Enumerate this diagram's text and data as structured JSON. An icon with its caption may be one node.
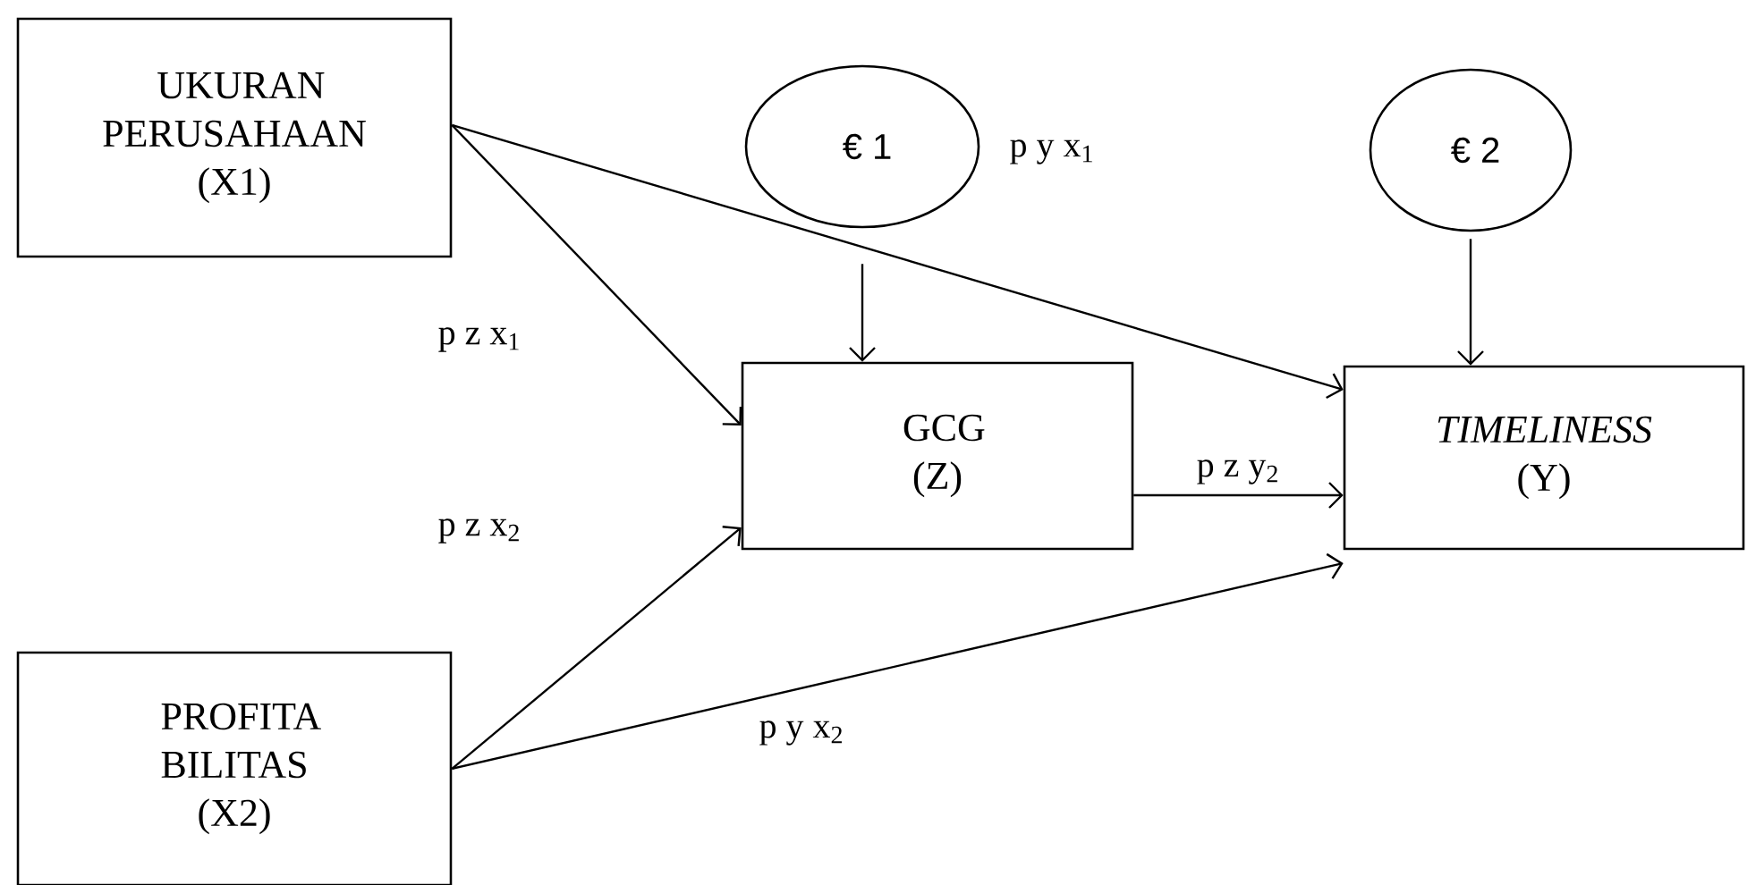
{
  "diagram": {
    "nodes": [
      {
        "text": [
          "UKURAN PERUSAHAAN",
          "(X1)"
        ]
      },
      {
        "text": [
          "€ 1"
        ]
      },
      {
        "text": [
          "€ 2"
        ]
      },
      {
        "text": [
          "GCG",
          "(Z)"
        ]
      },
      {
        "text": [
          "TIMELINESS",
          "(Y)"
        ]
      },
      {
        "text": [
          "PROFITA BILITAS",
          "(X2)"
        ]
      }
    ],
    "edges": [
      {
        "from": 0,
        "to": 3,
        "arrow": "to",
        "label": "p z x$_{1}$"
      },
      {
        "from": 0,
        "to": 4,
        "arrow": "to",
        "label": "p y x$_{1}$"
      },
      {
        "from": 1,
        "to": 3,
        "arrow": "to"
      },
      {
        "from": 2,
        "to": 4,
        "arrow": "to"
      },
      {
        "from": 3,
        "to": 4,
        "arrow": "to",
        "label": "p z y$_{2}$"
      },
      {
        "from": 5,
        "to": 3,
        "arrow": "to",
        "label": "p z x$_{2}$"
      },
      {
        "from": 5,
        "to": 4,
        "arrow": "to",
        "label": "p y x$_{2}$"
      }
    ]
  }
}
